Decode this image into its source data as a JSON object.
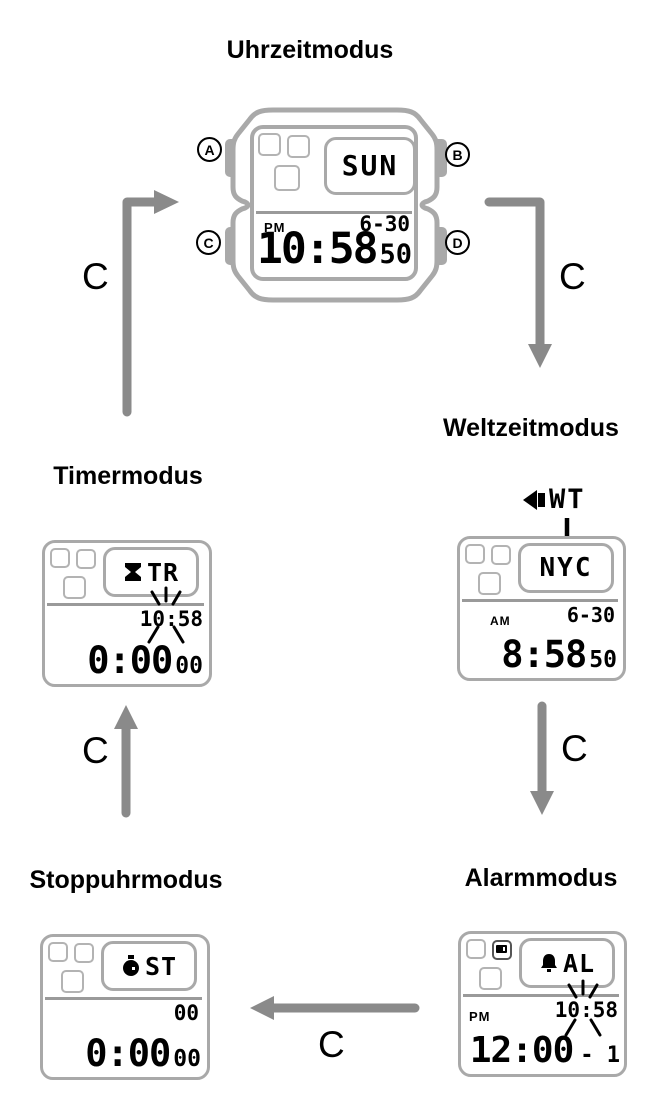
{
  "diagram": {
    "title": "Uhrzeitmodus",
    "transition_key": "C"
  },
  "main_watch": {
    "buttons": {
      "a": "A",
      "b": "B",
      "c": "C",
      "d": "D"
    },
    "lcd": {
      "mode": "SUN",
      "ampm": "PM",
      "date": "6-30",
      "time": "10:58",
      "seconds": "50"
    }
  },
  "world_time": {
    "label": "Weltzeitmodus",
    "indicator_label": "WT",
    "lcd": {
      "mode": "NYC",
      "ampm": "AM",
      "date": "6-30",
      "time": "8:58",
      "seconds": "50"
    }
  },
  "alarm": {
    "label": "Alarmmodus",
    "lcd": {
      "mode": "AL",
      "ampm": "PM",
      "small_time": "10:58",
      "time": "12:00",
      "alarm_no": "- 1"
    }
  },
  "stopwatch": {
    "label": "Stoppuhrmodus",
    "lcd": {
      "mode": "ST",
      "lap": "00",
      "time": "0:00",
      "seconds": "00"
    }
  },
  "timer": {
    "label": "Timermodus",
    "lcd": {
      "mode": "TR",
      "small_time": "10:58",
      "time": "0:00",
      "seconds": "00"
    }
  },
  "icons": {
    "wt_pointer": "left-arrow-icon",
    "timer_mode": "hourglass-icon",
    "alarm_mode": "bell-icon",
    "stopwatch_mode": "stopwatch-icon",
    "alarm_on": "alarm-on-icon",
    "blink": "blink-rays-icon"
  },
  "colors": {
    "case": "#a9a9a9",
    "arrow": "#8a8a8a",
    "ink": "#000000"
  }
}
